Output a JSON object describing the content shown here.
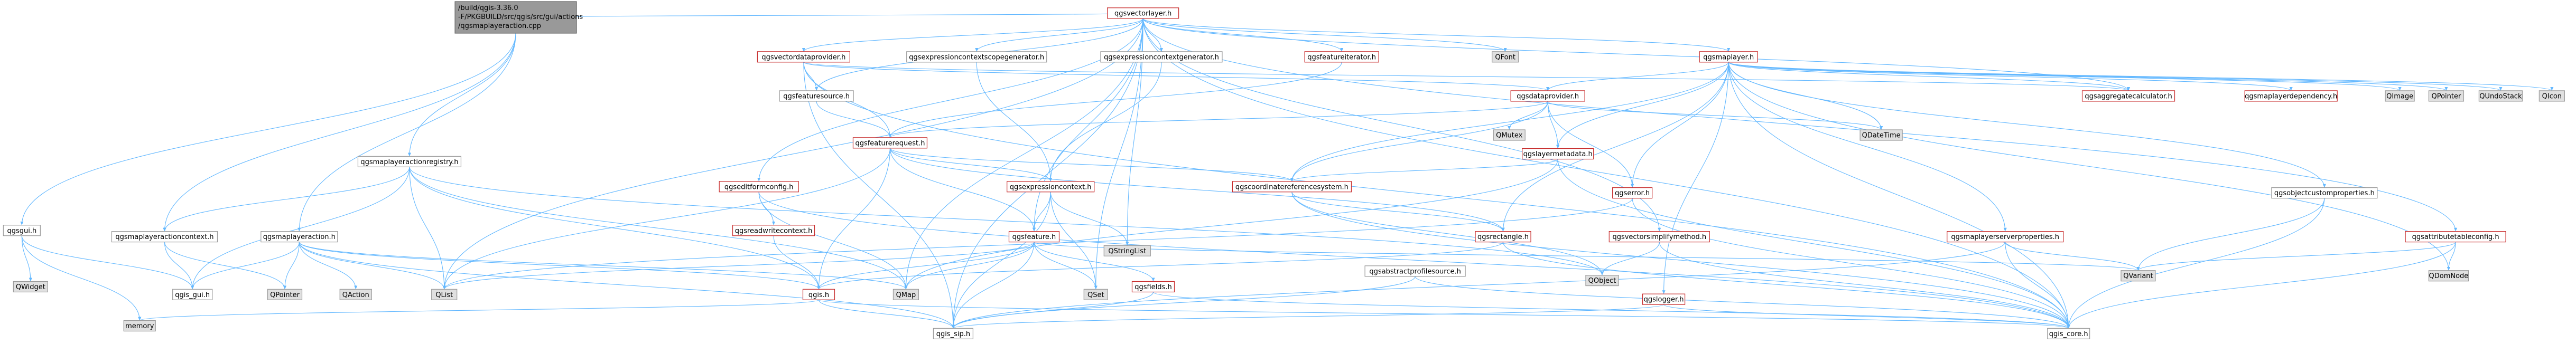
{
  "graph": {
    "root": {
      "lines": [
        "/build/qgis-3.36.0",
        "-F/PKGBUILD/src/qgis/src/gui/actions",
        "/qgsmaplayeraction.cpp"
      ]
    },
    "nodes": {
      "qgsvectorlayer": "qgsvectorlayer.h",
      "qgsmaplayer": "qgsmaplayer.h",
      "qgsvectordataprovider": "qgsvectordataprovider.h",
      "qgsexpressioncontextscopegenerator": "qgsexpressioncontextscopegenerator.h",
      "qgsexpressioncontextgenerator": "qgsexpressioncontextgenerator.h",
      "qgsfeatureiterator": "qgsfeatureiterator.h",
      "qfont": "QFont",
      "qgsdataprovider": "qgsdataprovider.h",
      "qgsaggregatecalculator": "qgsaggregatecalculator.h",
      "qgsmaplayerdependency": "qgsmaplayerdependency.h",
      "qimage": "QImage",
      "qpointer_r": "QPointer",
      "qundostack": "QUndoStack",
      "qicon": "QIcon",
      "qgsfeaturesource": "qgsfeaturesource.h",
      "qgsfeaturerequest": "qgsfeaturerequest.h",
      "qmutex": "QMutex",
      "qdatetime": "QDateTime",
      "qgslayermetadata": "qgslayermetadata.h",
      "qgsmaplayeractionregistry": "qgsmaplayeractionregistry.h",
      "qgseditformconfig": "qgseditformconfig.h",
      "qgsexpressioncontext": "qgsexpressioncontext.h",
      "qgscoordinatereferencesystem": "qgscoordinatereferencesystem.h",
      "qgserror": "qgserror.h",
      "qgsobjectcustomproperties": "qgsobjectcustomproperties.h",
      "qgsattributetableconfig": "qgsattributetableconfig.h",
      "qgsgui": "qgsgui.h",
      "qgsmaplayeractioncontext": "qgsmaplayeractioncontext.h",
      "qgsmaplayeraction": "qgsmaplayeraction.h",
      "qgsreadwritecontext": "qgsreadwritecontext.h",
      "qgsfeature": "qgsfeature.h",
      "qgsrectangle": "qgsrectangle.h",
      "qgsvectorsimplifymethod": "qgsvectorsimplifymethod.h",
      "qgsmaplayerserverproperties": "qgsmaplayerserverproperties.h",
      "qwidget": "QWidget",
      "qgsgui_h": "qgis_gui.h",
      "qpointer_l": "QPointer",
      "qaction": "QAction",
      "qlist": "QList",
      "qgis_h": "qgis.h",
      "qmap": "QMap",
      "qset": "QSet",
      "qgsfields": "qgsfields.h",
      "qstringlist": "QStringList",
      "qgsabstractprofilesource": "qgsabstractprofilesource.h",
      "qobject": "QObject",
      "qgslogger": "qgslogger.h",
      "qvariant": "QVariant",
      "qdomnode": "QDomNode",
      "memory": "memory",
      "qgis_sip": "qgis_sip.h",
      "qgis_core": "qgis_core.h"
    }
  }
}
